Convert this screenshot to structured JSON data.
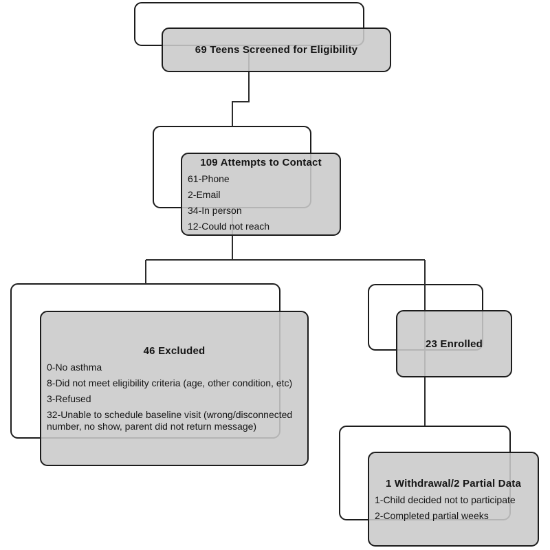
{
  "colors": {
    "box_fill": "#d1d1d1",
    "box_border": "#1c1c1c",
    "shadow_fill": "#ffffff",
    "connector": "#2b2b2b",
    "text": "#141414",
    "background": "#ffffff"
  },
  "nodes": [
    {
      "id": "screened",
      "title": "69 Teens Screened for Eligibility",
      "items": []
    },
    {
      "id": "attempts",
      "title": "109 Attempts to Contact",
      "items": [
        "61-Phone",
        "2-Email",
        "34-In person",
        "12-Could not reach"
      ]
    },
    {
      "id": "excluded",
      "title": "46 Excluded",
      "items": [
        "0-No asthma",
        "8-Did not meet eligibility criteria (age, other condition, etc)",
        "3-Refused",
        "32-Unable to schedule baseline visit (wrong/disconnected number, no show, parent did not return message)"
      ]
    },
    {
      "id": "enrolled",
      "title": "23 Enrolled",
      "items": []
    },
    {
      "id": "withdrawal",
      "title": "1 Withdrawal/2 Partial Data",
      "items": [
        "1-Child decided not to participate",
        "2-Completed partial weeks"
      ]
    }
  ]
}
